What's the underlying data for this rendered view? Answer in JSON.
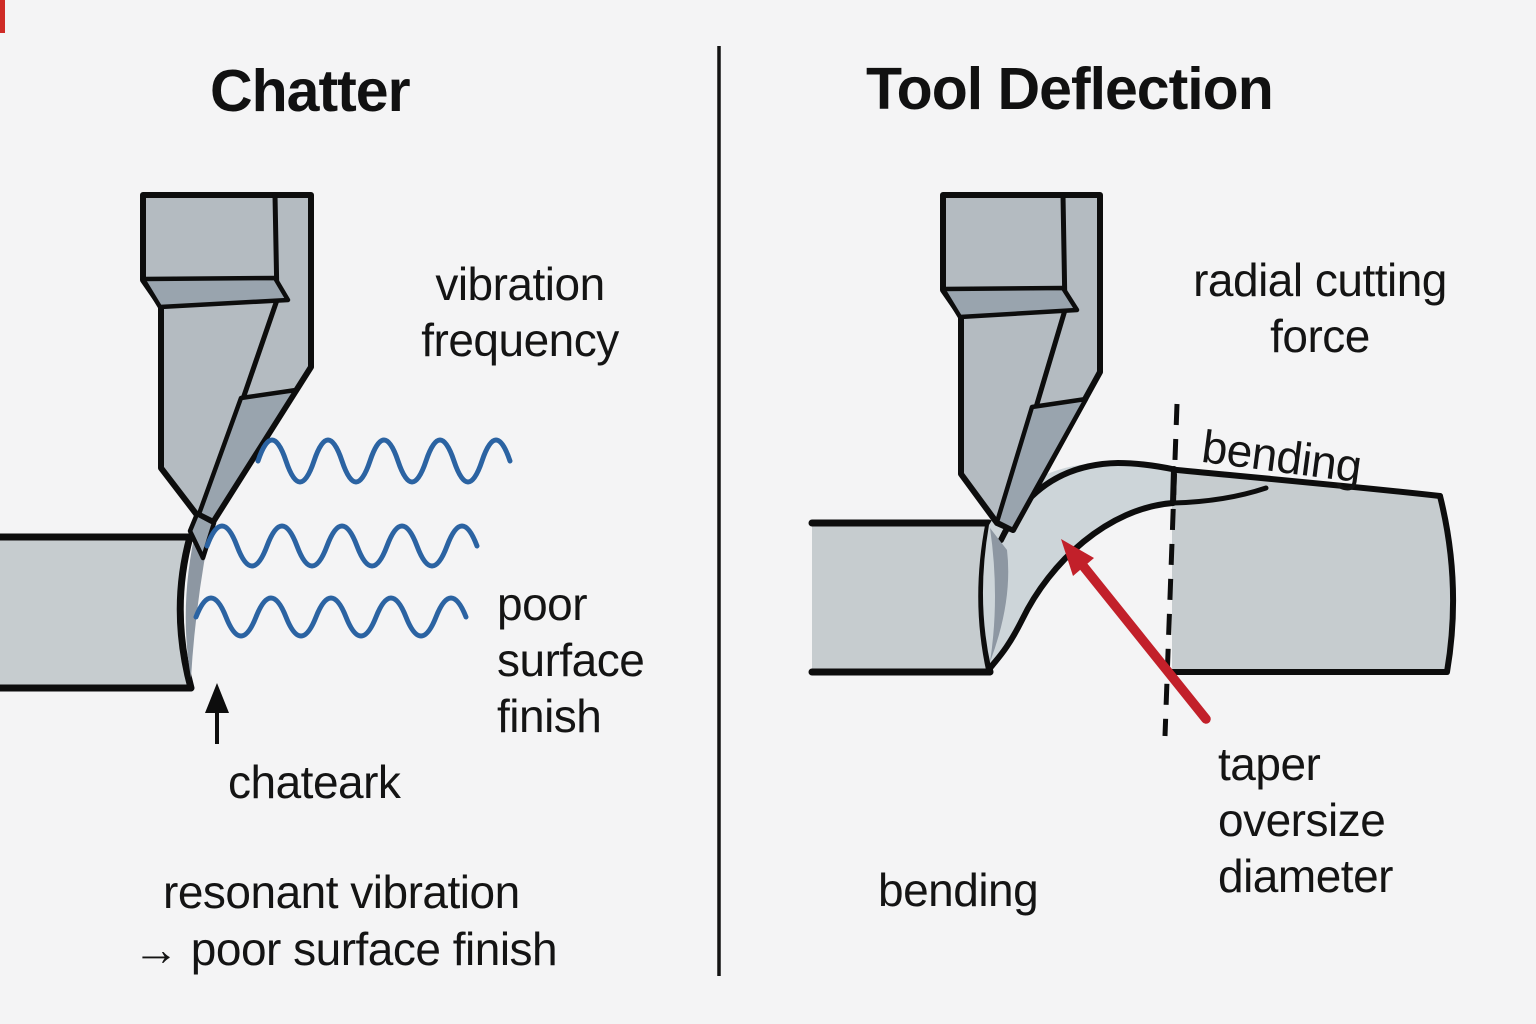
{
  "colors": {
    "bg": "#f4f4f5",
    "outline": "#0d0d0d",
    "text": "#141414",
    "tool_fill": "#b4bbc1",
    "tool_dark": "#99a4ae",
    "workpiece_fill": "#c6cccf",
    "bent_fill": "#cdd5d9",
    "sliver": "#8d97a2",
    "wave_blue": "#2b63a2",
    "arrow_red": "#c2202a",
    "corner_artifact_red": "#cf2b26"
  },
  "left_panel": {
    "title": "Chatter",
    "vibration_frequency_label": "vibration\nfrequency",
    "poor_surface_finish_label": "poor\nsurface\nfinish",
    "chatter_mark_label": "chateark",
    "conclusion_line1": "resonant vibration",
    "conclusion_line2": "→ poor surface finish"
  },
  "right_panel": {
    "title": "Tool Deflection",
    "radial_cutting_force_label": "radial cutting\nforce",
    "bending_top_label": "bending",
    "taper_label": "taper\noversize\ndiameter",
    "bending_bottom_label": "bending"
  }
}
